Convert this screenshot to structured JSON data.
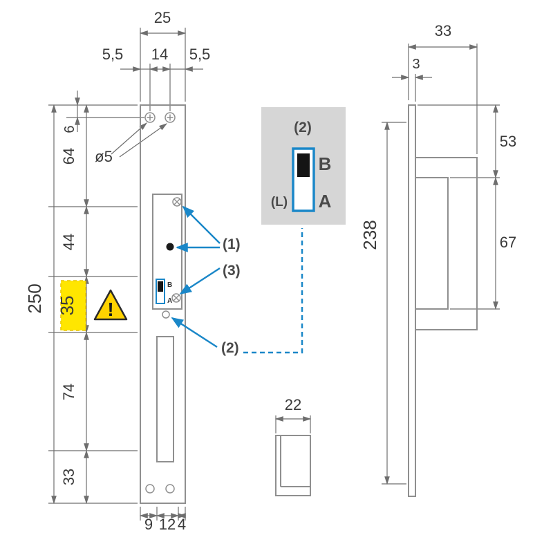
{
  "front_view": {
    "dim_width_total": "25",
    "dim_width_left": "5,5",
    "dim_width_mid": "14",
    "dim_width_right": "5,5",
    "dim_hole_offset": "6",
    "dim_hole_dia": "ø5",
    "dim_seg_top": "64",
    "dim_seg_upper": "44",
    "dim_height_total": "250",
    "dim_seg_mid_highlight": "35",
    "dim_seg_lower": "74",
    "dim_seg_bottom": "33",
    "dim_bottom_left": "9",
    "dim_bottom_mid": "12",
    "dim_bottom_right": "4",
    "mini_switch_b": "B",
    "mini_switch_a": "A",
    "warning_mark": "!"
  },
  "callouts": {
    "c1": "(1)",
    "c3": "(3)",
    "c2": "(2)"
  },
  "inset": {
    "title": "(2)",
    "pos_b": "B",
    "pos_a": "A",
    "left": "(L)"
  },
  "section_view": {
    "dim_width": "22"
  },
  "side_view": {
    "dim_depth": "33",
    "dim_thickness": "3",
    "dim_upper": "53",
    "dim_body": "67",
    "dim_height": "238"
  },
  "colors": {
    "accent_blue": "#1a87c8",
    "highlight_yellow": "#ffe600",
    "highlight_border": "#e8c400",
    "warning_yellow": "#ffd200",
    "line_gray": "#8f8f8f",
    "dim_gray": "#6e6e6e",
    "text_gray": "#3a3a3a",
    "inset_bg": "#d6d6d6"
  }
}
